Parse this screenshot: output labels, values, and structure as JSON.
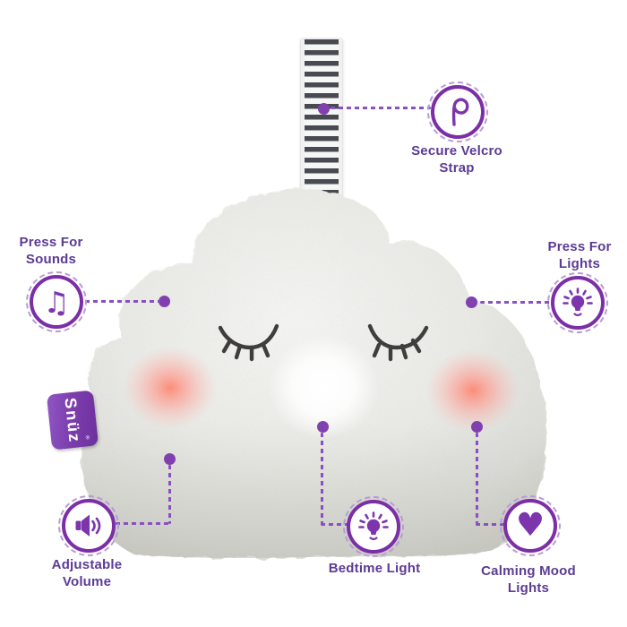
{
  "accent": {
    "purple_ring": "#7b2ea6",
    "purple_icon": "#7c35ad",
    "purple_text": "#5c3b94",
    "purple_dot": "#8040ae",
    "strap_stripe": "#474b50"
  },
  "brand": {
    "tag": "Snüz",
    "trademark": "®"
  },
  "icons": {
    "music_glyph": "♫",
    "heart_glyph": "♥"
  },
  "callouts": {
    "velcro": {
      "line1": "Secure Velcro",
      "line2": "Strap",
      "icon": "velcro-strap-icon"
    },
    "sounds": {
      "line1": "Press For",
      "line2": "Sounds",
      "icon": "music-note-icon"
    },
    "lights": {
      "line1": "Press For",
      "line2": "Lights",
      "icon": "lightbulb-icon"
    },
    "volume": {
      "line1": "Adjustable",
      "line2": "Volume",
      "icon": "speaker-icon"
    },
    "bedtime": {
      "line1": "Bedtime Light",
      "line2": "",
      "icon": "lightbulb-icon"
    },
    "mood": {
      "line1": "Calming Mood",
      "line2": "Lights",
      "icon": "heart-icon"
    }
  }
}
